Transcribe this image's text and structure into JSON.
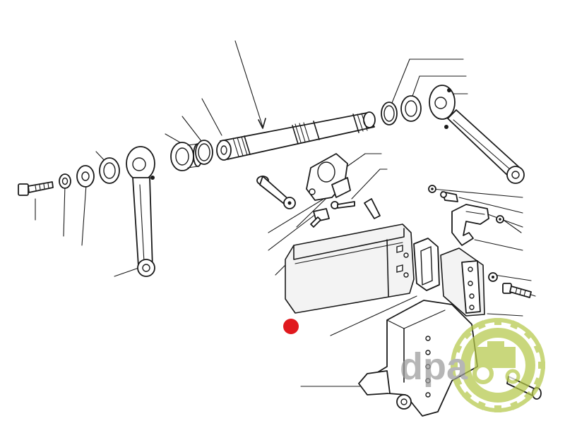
{
  "diagram": {
    "type": "exploded-parts-view",
    "part_label_style": "leader-lines-without-numbers"
  },
  "watermark": {
    "text": "dpa",
    "icon": "tractor-in-gear-icon",
    "ring_color": "#b5c84a",
    "text_color": "#9a9a9a"
  },
  "marker": {
    "icon": "red-dot-marker",
    "color": "#e0191e"
  }
}
